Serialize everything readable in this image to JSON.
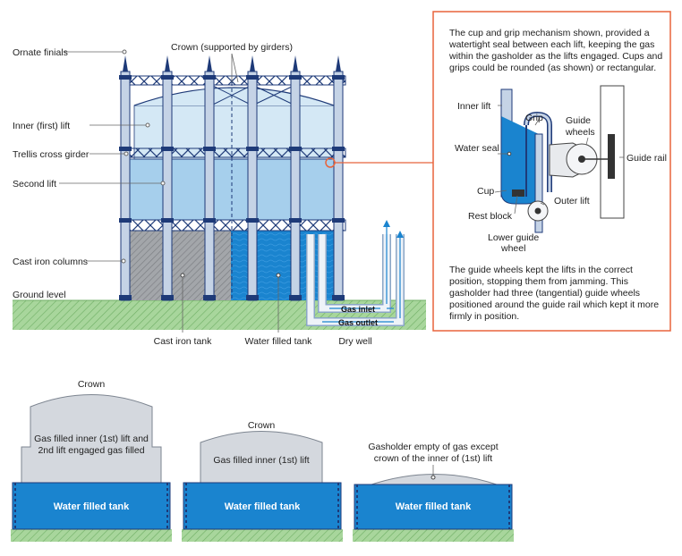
{
  "labels": {
    "ornate_finials": "Ornate finials",
    "crown_top": "Crown (supported by girders)",
    "inner_lift": "Inner (first) lift",
    "trellis": "Trellis cross girder",
    "second_lift": "Second lift",
    "cast_iron_columns": "Cast iron columns",
    "ground_level": "Ground level",
    "cast_iron_tank": "Cast iron tank",
    "water_filled_tank": "Water filled tank",
    "dry_well": "Dry well",
    "gas_inlet": "Gas inlet",
    "gas_outlet": "Gas outlet"
  },
  "detail": {
    "intro": "The cup and grip mechanism shown, provided a watertight seal between each lift, keeping the gas within the gasholder as the lifts engaged. Cups and grips could be rounded (as shown) or rectangular.",
    "inner_lift": "Inner lift",
    "grip": "Grip",
    "guide_wheels_1": "Guide",
    "guide_wheels_2": "wheels",
    "water_seal": "Water seal",
    "guide_rail": "Guide rail",
    "cup": "Cup",
    "outer_lift": "Outer lift",
    "rest_block": "Rest block",
    "lower_guide_1": "Lower guide",
    "lower_guide_2": "wheel",
    "outro": "The guide wheels kept the lifts in the correct position, stopping them from jamming. This gasholder had three (tangential) guide wheels positioned around the guide rail which kept it more firmly in position."
  },
  "stages": {
    "s1_crown": "Crown",
    "s1_text_1": "Gas filled inner (1st) lift and",
    "s1_text_2": "2nd lift engaged gas filled",
    "s2_crown": "Crown",
    "s2_text": "Gas filled inner (1st) lift",
    "s3_text_1": "Gasholder empty of gas except",
    "s3_text_2": "crown of the inner of (1st) lift",
    "tank": "Water filled tank"
  },
  "colors": {
    "accent_border": "#e8643c",
    "navy": "#1e3a78",
    "water": "#1a84cf",
    "lift_light": "#d4e8f5",
    "lift_mid": "#b3d7ef",
    "ground": "#9ecf93",
    "grey_gas": "#d4d8de"
  }
}
